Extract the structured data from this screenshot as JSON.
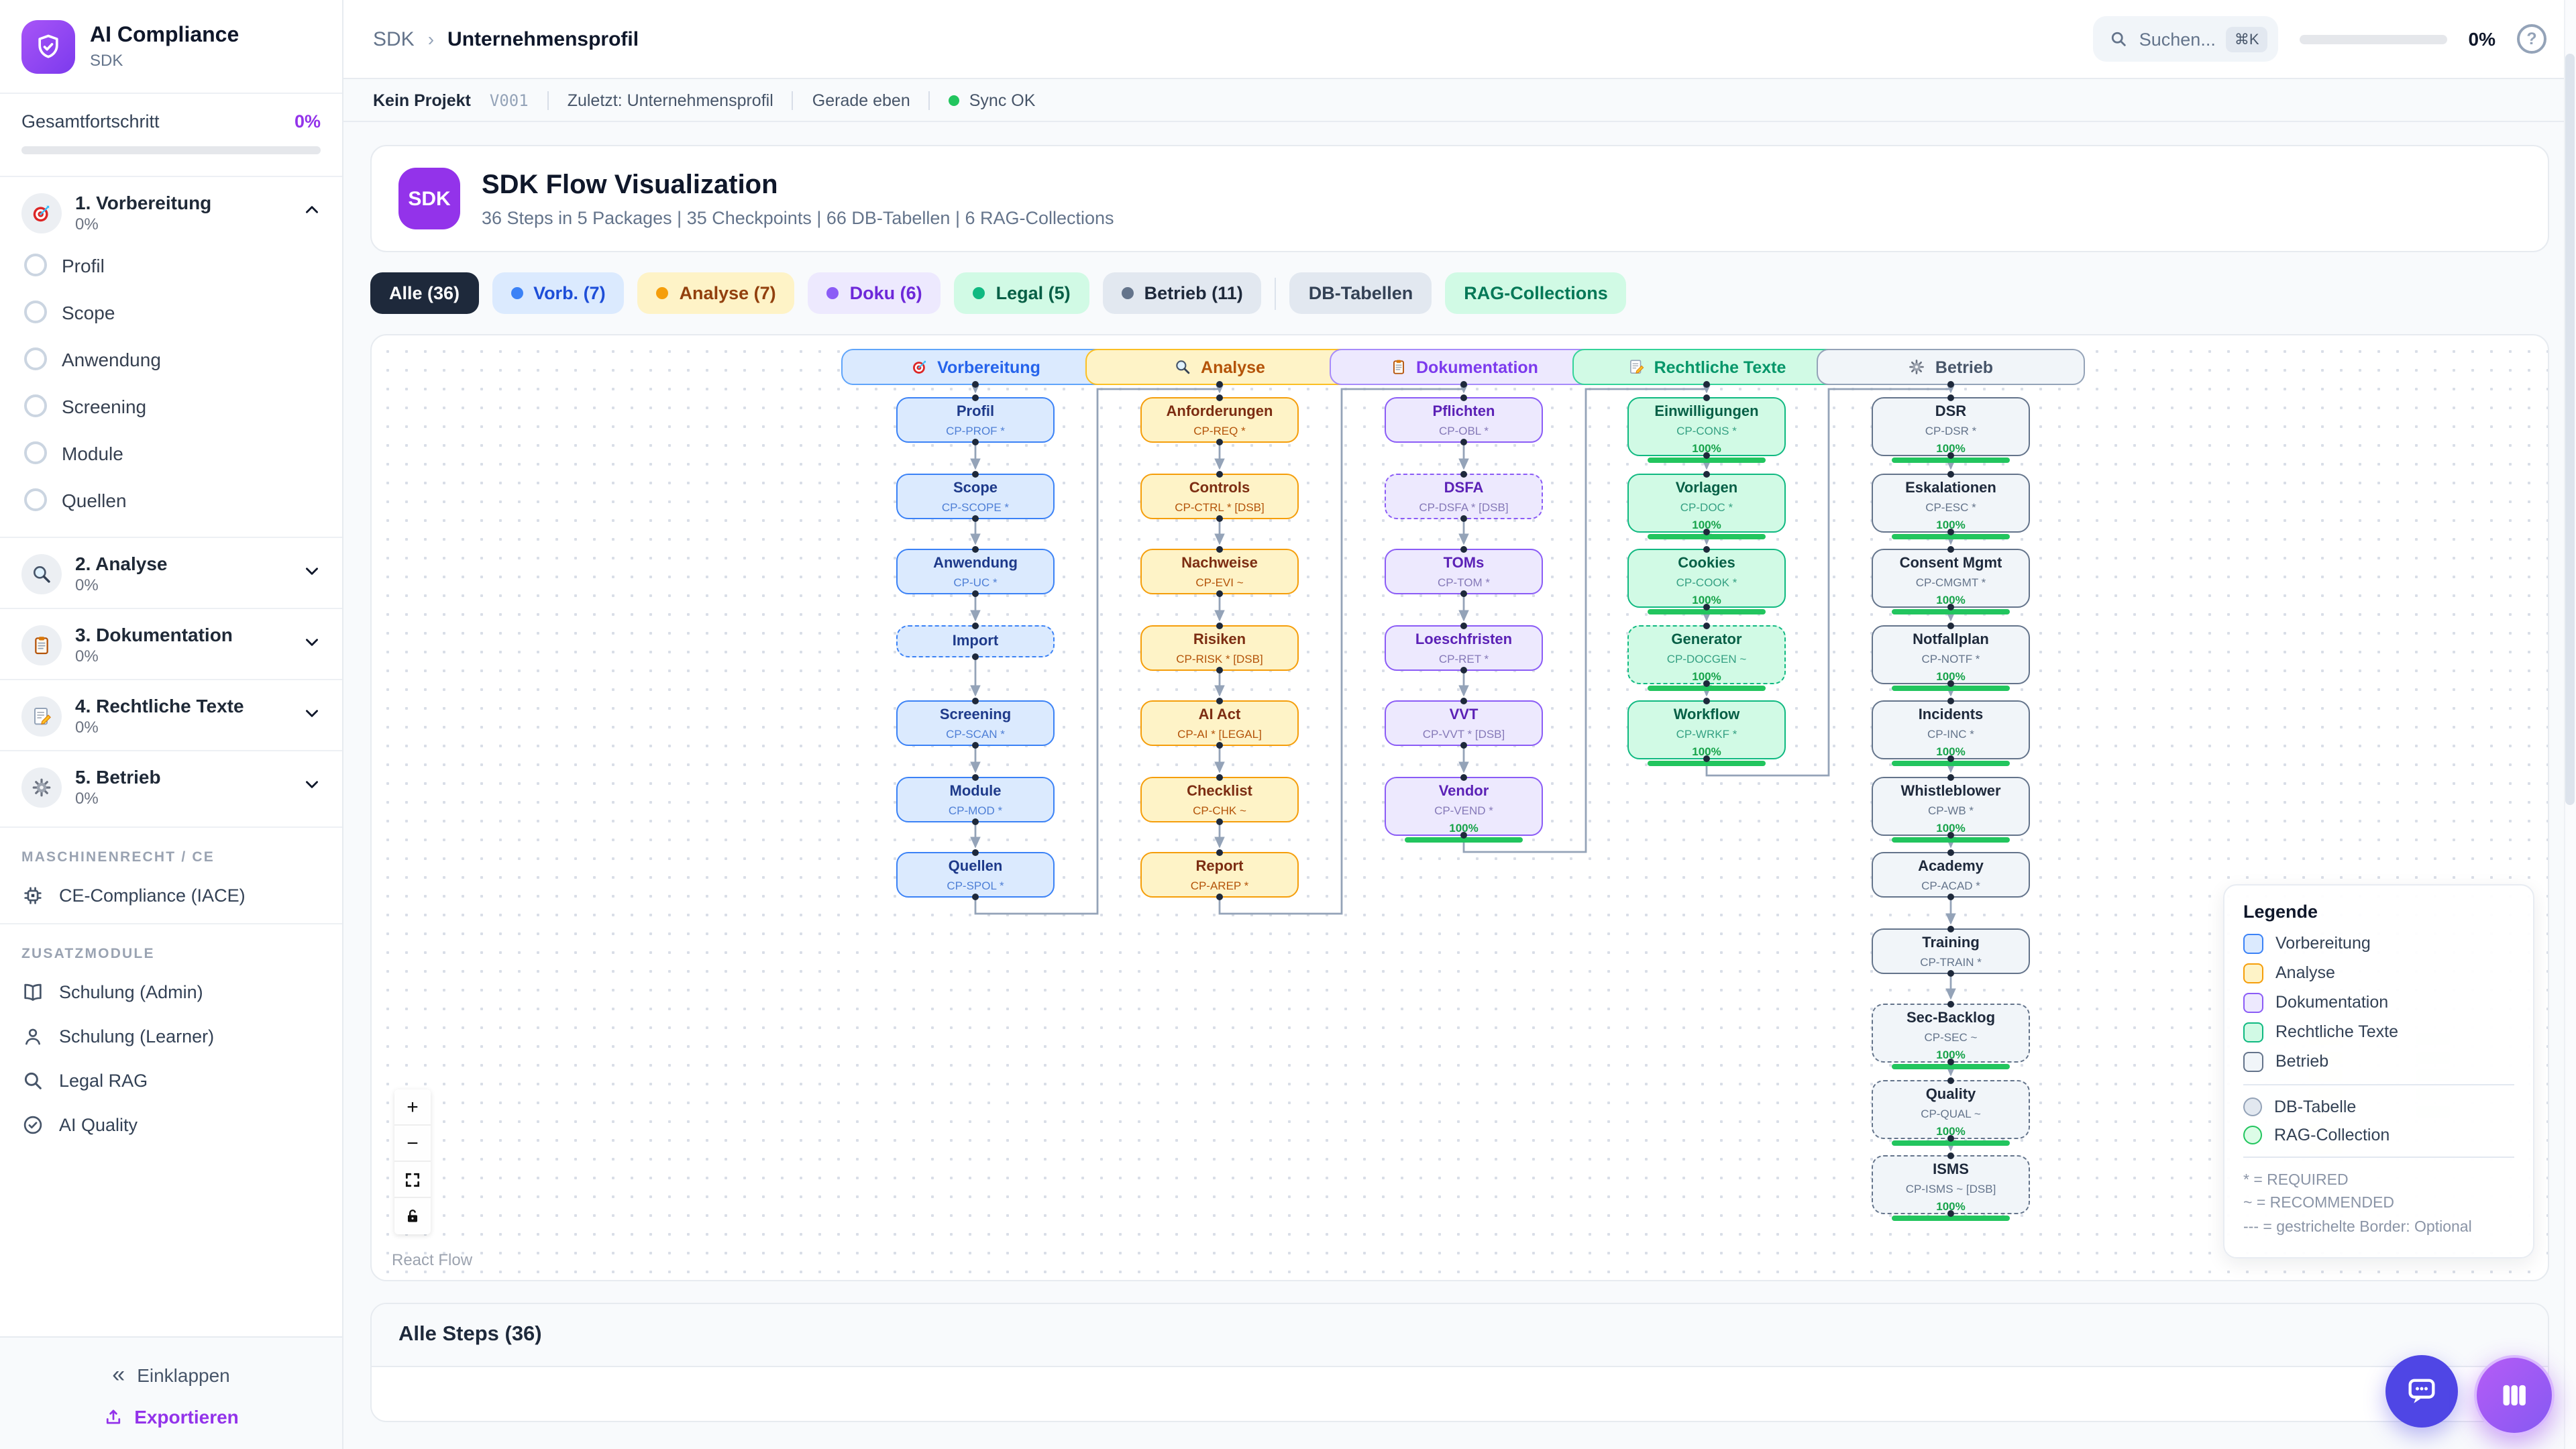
{
  "sidebar": {
    "app_title": "AI Compliance",
    "app_subtitle": "SDK",
    "overall_progress_label": "Gesamtfortschritt",
    "overall_progress_value": "0%",
    "phases": [
      {
        "icon": "target-icon",
        "label": "1. Vorbereitung",
        "progress": "0%",
        "expanded": true,
        "items": [
          "Profil",
          "Scope",
          "Anwendung",
          "Screening",
          "Module",
          "Quellen"
        ]
      },
      {
        "icon": "magnifier-icon",
        "label": "2. Analyse",
        "progress": "0%",
        "expanded": false,
        "items": []
      },
      {
        "icon": "clipboard-icon",
        "label": "3. Dokumentation",
        "progress": "0%",
        "expanded": false,
        "items": []
      },
      {
        "icon": "memo-icon",
        "label": "4. Rechtliche Texte",
        "progress": "0%",
        "expanded": false,
        "items": []
      },
      {
        "icon": "gear-icon",
        "label": "5. Betrieb",
        "progress": "0%",
        "expanded": false,
        "items": []
      }
    ],
    "groups": [
      {
        "title": "MASCHINENRECHT / CE",
        "items": [
          {
            "icon": "cpu-icon",
            "label": "CE-Compliance (IACE)"
          }
        ]
      },
      {
        "title": "ZUSATZMODULE",
        "items": [
          {
            "icon": "book-icon",
            "label": "Schulung (Admin)"
          },
          {
            "icon": "user-icon",
            "label": "Schulung (Learner)"
          },
          {
            "icon": "search-icon",
            "label": "Legal RAG"
          },
          {
            "icon": "check-circle-icon",
            "label": "AI Quality"
          }
        ]
      }
    ],
    "collapse_label": "Einklappen",
    "export_label": "Exportieren"
  },
  "header": {
    "breadcrumb_root": "SDK",
    "breadcrumb_current": "Unternehmensprofil",
    "search_placeholder": "Suchen...",
    "search_shortcut": "⌘K",
    "progress_value": "0%",
    "help_label": "?"
  },
  "statusbar": {
    "project": "Kein Projekt",
    "version": "V001",
    "last": "Zuletzt: Unternehmensprofil",
    "time": "Gerade eben",
    "sync": "Sync OK",
    "sync_color": "#22c55e"
  },
  "hero": {
    "badge": "SDK",
    "title": "SDK Flow Visualization",
    "subtitle": "36 Steps in 5 Packages | 35 Checkpoints | 66 DB-Tabellen | 6 RAG-Collections"
  },
  "filters": [
    {
      "label": "Alle (36)",
      "bg": "#1e293b",
      "text": "#ffffff",
      "active": true
    },
    {
      "label": "Vorb. (7)",
      "bg": "#dbeafe",
      "text": "#1d4ed8",
      "dot": "#3b82f6"
    },
    {
      "label": "Analyse (7)",
      "bg": "#fef3c7",
      "text": "#92400e",
      "dot": "#f59e0b"
    },
    {
      "label": "Doku (6)",
      "bg": "#ede9fe",
      "text": "#6d28d9",
      "dot": "#8b5cf6"
    },
    {
      "label": "Legal (5)",
      "bg": "#d1fae5",
      "text": "#065f46",
      "dot": "#10b981"
    },
    {
      "label": "Betrieb (11)",
      "bg": "#e2e8f0",
      "text": "#1e293b",
      "dot": "#64748b"
    },
    {
      "divider": true
    },
    {
      "label": "DB-Tabellen",
      "bg": "#e2e8f0",
      "text": "#334155"
    },
    {
      "label": "RAG-Collections",
      "bg": "#d1fae5",
      "text": "#047857"
    }
  ],
  "flow": {
    "packages": [
      {
        "label": "Vorbereitung",
        "icon": "target-icon",
        "colors": {
          "border": "#3b82f6",
          "bg": "#dbeafe",
          "title": "#1e3a8a",
          "sub": "#4e7fd6",
          "hborder": "#60a5fa",
          "htext": "#2563eb"
        },
        "nodes": [
          {
            "t": "Profil",
            "s": "CP-PROF *"
          },
          {
            "t": "Scope",
            "s": "CP-SCOPE *"
          },
          {
            "t": "Anwendung",
            "s": "CP-UC *"
          },
          {
            "t": "Import",
            "dashed": true
          },
          {
            "t": "Screening",
            "s": "CP-SCAN *"
          },
          {
            "t": "Module",
            "s": "CP-MOD *"
          },
          {
            "t": "Quellen",
            "s": "CP-SPOL *"
          }
        ]
      },
      {
        "label": "Analyse",
        "icon": "magnifier-icon",
        "colors": {
          "border": "#f59e0b",
          "bg": "#fef3c7",
          "title": "#7c2d12",
          "sub": "#b45309",
          "hborder": "#fbbf24",
          "htext": "#b45309"
        },
        "nodes": [
          {
            "t": "Anforderungen",
            "s": "CP-REQ *"
          },
          {
            "t": "Controls",
            "s": "CP-CTRL * [DSB]"
          },
          {
            "t": "Nachweise",
            "s": "CP-EVI ~"
          },
          {
            "t": "Risiken",
            "s": "CP-RISK * [DSB]"
          },
          {
            "t": "AI Act",
            "s": "CP-AI * [LEGAL]"
          },
          {
            "t": "Checklist",
            "s": "CP-CHK ~"
          },
          {
            "t": "Report",
            "s": "CP-AREP *"
          }
        ]
      },
      {
        "label": "Dokumentation",
        "icon": "clipboard-icon",
        "colors": {
          "border": "#8b5cf6",
          "bg": "#ede9fe",
          "title": "#5b21b6",
          "sub": "#8579b8",
          "hborder": "#a78bfa",
          "htext": "#7c3aed"
        },
        "nodes": [
          {
            "t": "Pflichten",
            "s": "CP-OBL *"
          },
          {
            "t": "DSFA",
            "s": "CP-DSFA * [DSB]",
            "dashed": true
          },
          {
            "t": "TOMs",
            "s": "CP-TOM *"
          },
          {
            "t": "Loeschfristen",
            "s": "CP-RET *"
          },
          {
            "t": "VVT",
            "s": "CP-VVT * [DSB]"
          },
          {
            "t": "Vendor",
            "s": "CP-VEND *",
            "progress": "100%"
          }
        ]
      },
      {
        "label": "Rechtliche Texte",
        "icon": "memo-icon",
        "colors": {
          "border": "#10b981",
          "bg": "#d1fae5",
          "title": "#065f46",
          "sub": "#35a183",
          "hborder": "#34d399",
          "htext": "#059669"
        },
        "nodes": [
          {
            "t": "Einwilligungen",
            "s": "CP-CONS *",
            "progress": "100%"
          },
          {
            "t": "Vorlagen",
            "s": "CP-DOC *",
            "progress": "100%"
          },
          {
            "t": "Cookies",
            "s": "CP-COOK *",
            "progress": "100%"
          },
          {
            "t": "Generator",
            "s": "CP-DOCGEN ~",
            "progress": "100%",
            "dashed": true
          },
          {
            "t": "Workflow",
            "s": "CP-WRKF *",
            "progress": "100%"
          }
        ]
      },
      {
        "label": "Betrieb",
        "icon": "gear-icon",
        "colors": {
          "border": "#64748b",
          "bg": "#f1f5f9",
          "title": "#1e293b",
          "sub": "#64748b",
          "hborder": "#94a3b8",
          "htext": "#475569"
        },
        "nodes": [
          {
            "t": "DSR",
            "s": "CP-DSR *",
            "progress": "100%"
          },
          {
            "t": "Eskalationen",
            "s": "CP-ESC *",
            "progress": "100%"
          },
          {
            "t": "Consent Mgmt",
            "s": "CP-CMGMT *",
            "progress": "100%"
          },
          {
            "t": "Notfallplan",
            "s": "CP-NOTF *",
            "progress": "100%"
          },
          {
            "t": "Incidents",
            "s": "CP-INC *",
            "progress": "100%"
          },
          {
            "t": "Whistleblower",
            "s": "CP-WB *",
            "progress": "100%"
          },
          {
            "t": "Academy",
            "s": "CP-ACAD *"
          },
          {
            "t": "Training",
            "s": "CP-TRAIN *"
          },
          {
            "t": "Sec-Backlog",
            "s": "CP-SEC ~",
            "progress": "100%",
            "dashed": true
          },
          {
            "t": "Quality",
            "s": "CP-QUAL ~",
            "progress": "100%",
            "dashed": true
          },
          {
            "t": "ISMS",
            "s": "CP-ISMS ~ [DSB]",
            "progress": "100%",
            "dashed": true
          }
        ]
      }
    ],
    "progress_bar_color": "#22c55e"
  },
  "legend": {
    "title": "Legende",
    "package_items": [
      {
        "label": "Vorbereitung",
        "border": "#3b82f6",
        "bg": "#dbeafe"
      },
      {
        "label": "Analyse",
        "border": "#f59e0b",
        "bg": "#fef3c7"
      },
      {
        "label": "Dokumentation",
        "border": "#8b5cf6",
        "bg": "#ede9fe"
      },
      {
        "label": "Rechtliche Texte",
        "border": "#10b981",
        "bg": "#d1fae5"
      },
      {
        "label": "Betrieb",
        "border": "#64748b",
        "bg": "#f1f5f9"
      }
    ],
    "shape_items": [
      {
        "label": "DB-Tabelle",
        "border": "#94a3b8",
        "bg": "#e2e8f0"
      },
      {
        "label": "RAG-Collection",
        "border": "#22c55e",
        "bg": "#dcfce7"
      }
    ],
    "notes": [
      "* = REQUIRED",
      "~ = RECOMMENDED",
      "--- = gestrichelte Border: Optional"
    ]
  },
  "canvas": {
    "attribution": "React Flow"
  },
  "steps_panel": {
    "title": "Alle Steps (36)"
  }
}
